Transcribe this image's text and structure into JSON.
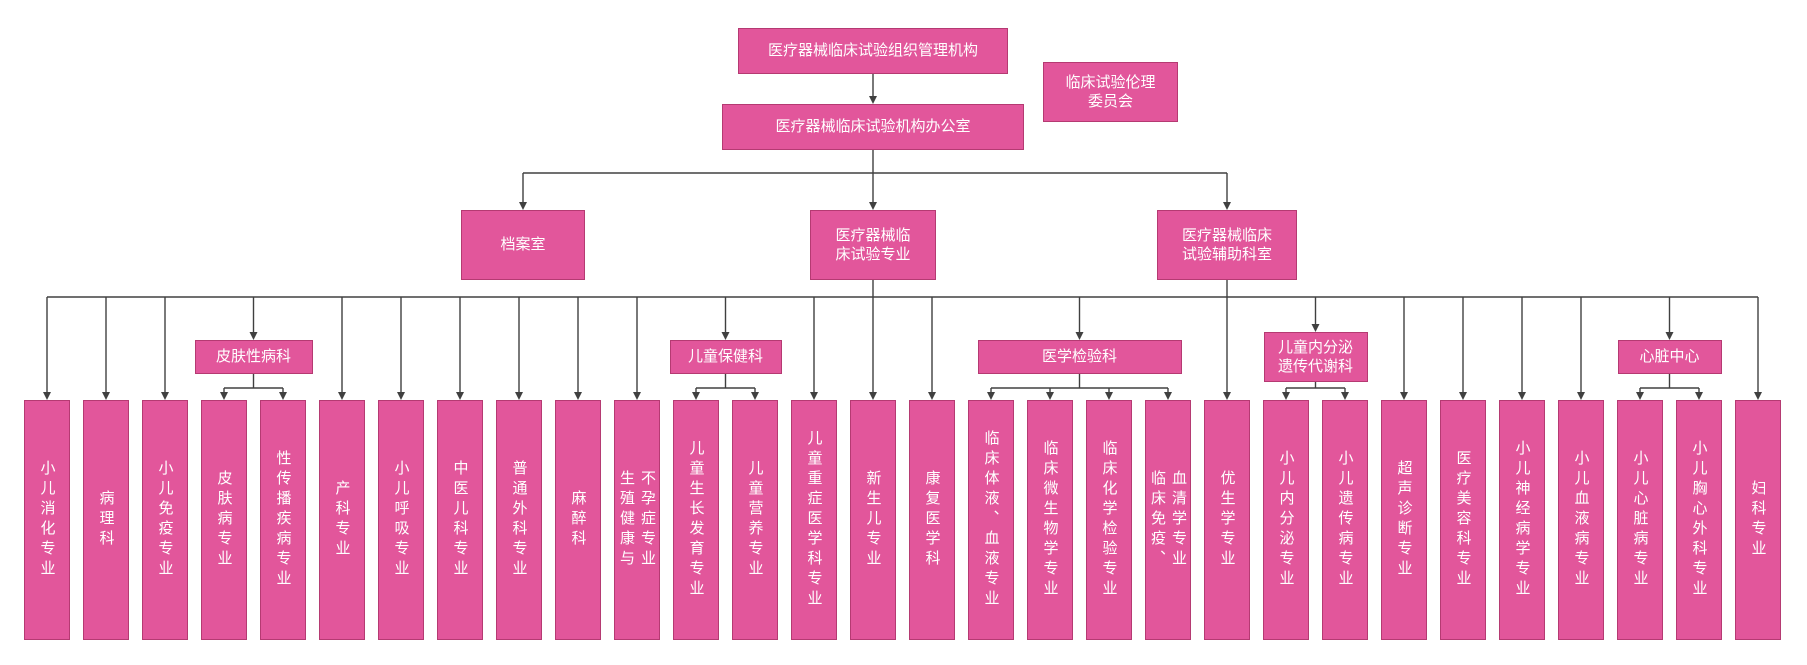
{
  "diagram": {
    "root": {
      "label": "医疗器械临床试验组织管理机构"
    },
    "ethics": {
      "label": "临床试验伦理委员会"
    },
    "office": {
      "label": "医疗器械临床试验机构办公室"
    },
    "departments": [
      {
        "label": "档案室"
      },
      {
        "label": "医疗器械临床试验专业"
      },
      {
        "label": "医疗器械临床试验辅助科室"
      }
    ],
    "groups": [
      {
        "label": "皮肤性病科",
        "children": [
          3,
          4
        ]
      },
      {
        "label": "儿童保健科",
        "children": [
          11,
          12
        ]
      },
      {
        "label": "医学检验科",
        "children": [
          16,
          17,
          18,
          19
        ]
      },
      {
        "label": "儿童内分泌遗传代谢科",
        "children": [
          21,
          22
        ]
      },
      {
        "label": "心脏中心",
        "children": [
          27,
          28
        ]
      }
    ],
    "leaves": [
      "小儿消化专业",
      "病理科",
      "小儿免疫专业",
      "皮肤病专业",
      "性传播疾病专业",
      "产科专业",
      "小儿呼吸专业",
      "中医儿科专业",
      "普通外科专业",
      "麻醉科",
      "生殖健康与不孕症专业",
      "儿童生长发育专业",
      "儿童营养专业",
      "儿童重症医学科专业",
      "新生儿专业",
      "康复医学科",
      "临床体液、血液专业",
      "临床微生物学专业",
      "临床化学检验专业",
      "临床免疫、血清学专业",
      "优生学专业",
      "小儿内分泌专业",
      "小儿遗传病专业",
      "超声诊断专业",
      "医疗美容科专业",
      "小儿神经病学专业",
      "小儿血液病专业",
      "小儿心脏病专业",
      "小儿胸心外科专业",
      "妇科专业"
    ],
    "colors": {
      "box_fill": "#E2569B",
      "box_border": "#B53A72",
      "box_text": "#FFFFFF",
      "line": "#404040",
      "background": "#FFFFFF"
    }
  }
}
